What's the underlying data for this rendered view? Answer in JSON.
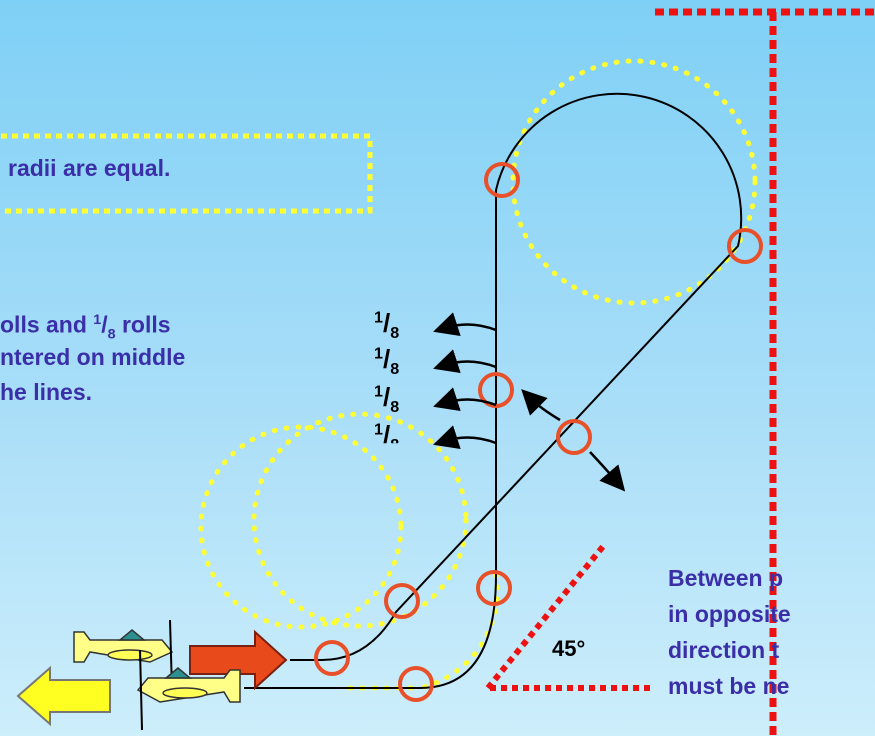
{
  "note_radii": "radii are equal.",
  "note_rolls": {
    "line1_a": "olls and ",
    "line1_frac_num": "1",
    "line1_frac_den": "8",
    "line1_b": " rolls",
    "line2": "ntered on middle",
    "line3": "he lines."
  },
  "note_opposite": {
    "line1": "Between p",
    "line2": "in opposite",
    "line3": "direction t",
    "line4": "must be ne"
  },
  "fractions": [
    {
      "num": "1",
      "den": "8"
    },
    {
      "num": "1",
      "den": "8"
    },
    {
      "num": "1",
      "den": "8"
    },
    {
      "num": "1",
      "den": "8"
    }
  ],
  "angle_label": "45°",
  "colors": {
    "dotted_yellow": "#ffff33",
    "marker_red": "#e8502a",
    "box_red": "#ee1111",
    "text_blue": "#3a2fa8",
    "arrow_red": "#e84a1c",
    "arrow_yellow": "#ffff22",
    "plane_yellow": "#ffff88"
  }
}
